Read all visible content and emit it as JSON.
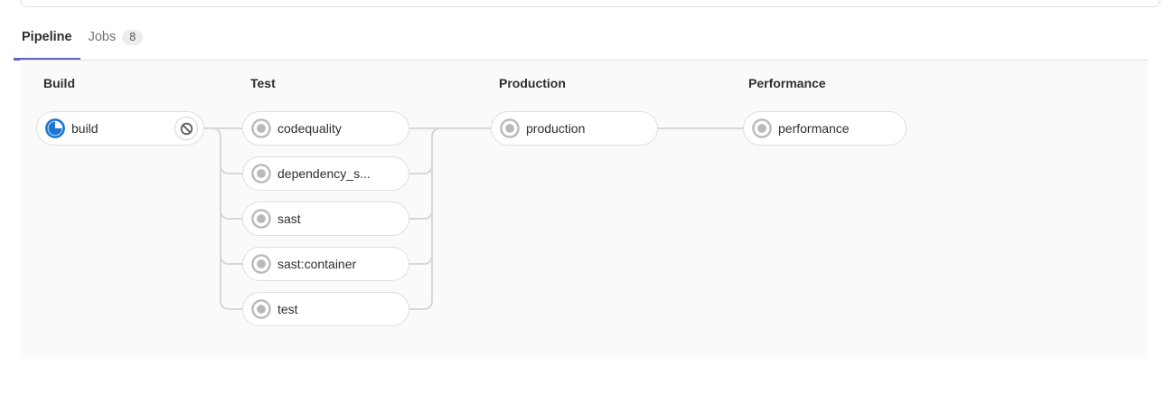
{
  "tabs": {
    "pipeline_label": "Pipeline",
    "jobs_label": "Jobs",
    "jobs_count": "8"
  },
  "pipeline": {
    "stages": [
      {
        "name": "Build",
        "jobs": [
          {
            "label": "build",
            "status": "running",
            "action": "cancel"
          }
        ]
      },
      {
        "name": "Test",
        "jobs": [
          {
            "label": "codequality",
            "status": "created"
          },
          {
            "label": "dependency_s...",
            "status": "created"
          },
          {
            "label": "sast",
            "status": "created"
          },
          {
            "label": "sast:container",
            "status": "created"
          },
          {
            "label": "test",
            "status": "created"
          }
        ]
      },
      {
        "name": "Production",
        "jobs": [
          {
            "label": "production",
            "status": "created"
          }
        ]
      },
      {
        "name": "Performance",
        "jobs": [
          {
            "label": "performance",
            "status": "created"
          }
        ]
      }
    ]
  },
  "icons": {
    "running": "status-running-icon",
    "created": "status-created-icon",
    "cancel": "cancel-job-icon"
  },
  "colors": {
    "tab_active_underline": "#6161c0",
    "running_blue": "#1f78d1",
    "created_gray": "#b9b9b9",
    "connector_gray": "#d8d8d8",
    "graph_background": "#fafafa",
    "pill_border": "#dfdfdf"
  }
}
